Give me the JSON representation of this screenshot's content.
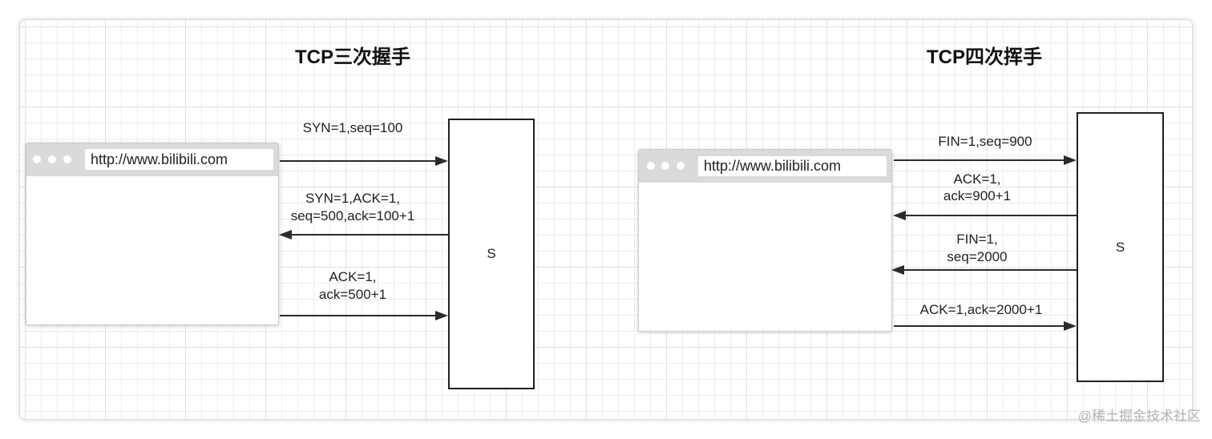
{
  "handshake": {
    "title": "TCP三次握手",
    "client": {
      "url": "http://www.bilibili.com"
    },
    "server": {
      "label": "S"
    },
    "messages": [
      {
        "lines": [
          "SYN=1,seq=100"
        ]
      },
      {
        "lines": [
          "SYN=1,ACK=1,",
          "seq=500,ack=100+1"
        ]
      },
      {
        "lines": [
          "ACK=1,",
          "ack=500+1"
        ]
      }
    ]
  },
  "teardown": {
    "title": "TCP四次挥手",
    "client": {
      "url": "http://www.bilibili.com"
    },
    "server": {
      "label": "S"
    },
    "messages": [
      {
        "lines": [
          "FIN=1,seq=900"
        ]
      },
      {
        "lines": [
          "ACK=1,",
          "ack=900+1"
        ]
      },
      {
        "lines": [
          "FIN=1,",
          "seq=2000"
        ]
      },
      {
        "lines": [
          "ACK=1,ack=2000+1"
        ]
      }
    ]
  },
  "watermark": "@稀土掘金技术社区",
  "colors": {
    "arrow": "#2b2b2b",
    "server_border": "#1f1f1f",
    "browser_bar": "#dadada",
    "grid": "#ededed",
    "grid_major": "#e1e1e1",
    "watermark": "#b3b3b3"
  }
}
